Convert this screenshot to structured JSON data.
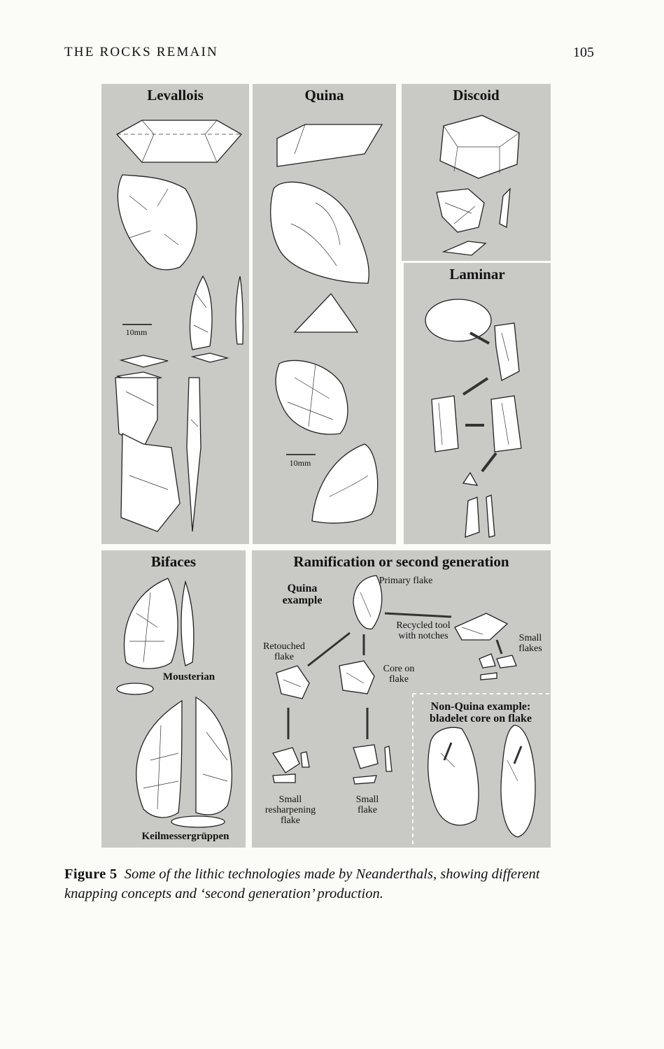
{
  "running_head": {
    "title": "THE ROCKS REMAIN",
    "page_number": "105"
  },
  "panels": {
    "levallois": {
      "title": "Levallois",
      "scale": "10mm"
    },
    "quina": {
      "title": "Quina",
      "scale": "10mm"
    },
    "discoid": {
      "title": "Discoid"
    },
    "laminar": {
      "title": "Laminar"
    },
    "bifaces": {
      "title": "Bifaces",
      "labels": [
        "Mousterian",
        "Keilmessergrüppen"
      ]
    },
    "ramification": {
      "title": "Ramification or second generation",
      "quina_example": "Quina example",
      "primary_flake": "Primary flake",
      "recycled_tool": "Recycled tool with notches",
      "small_flakes": "Small flakes",
      "retouched_flake": "Retouched flake",
      "core_on_flake": "Core on flake",
      "non_quina": "Non-Quina example: bladelet core on flake",
      "small_resharpening": "Small resharpening flake",
      "small_flake": "Small flake"
    }
  },
  "caption": {
    "label": "Figure 5",
    "text": "Some of the lithic technologies made by Neanderthals, showing different knapping concepts and ‘second generation’ production."
  }
}
